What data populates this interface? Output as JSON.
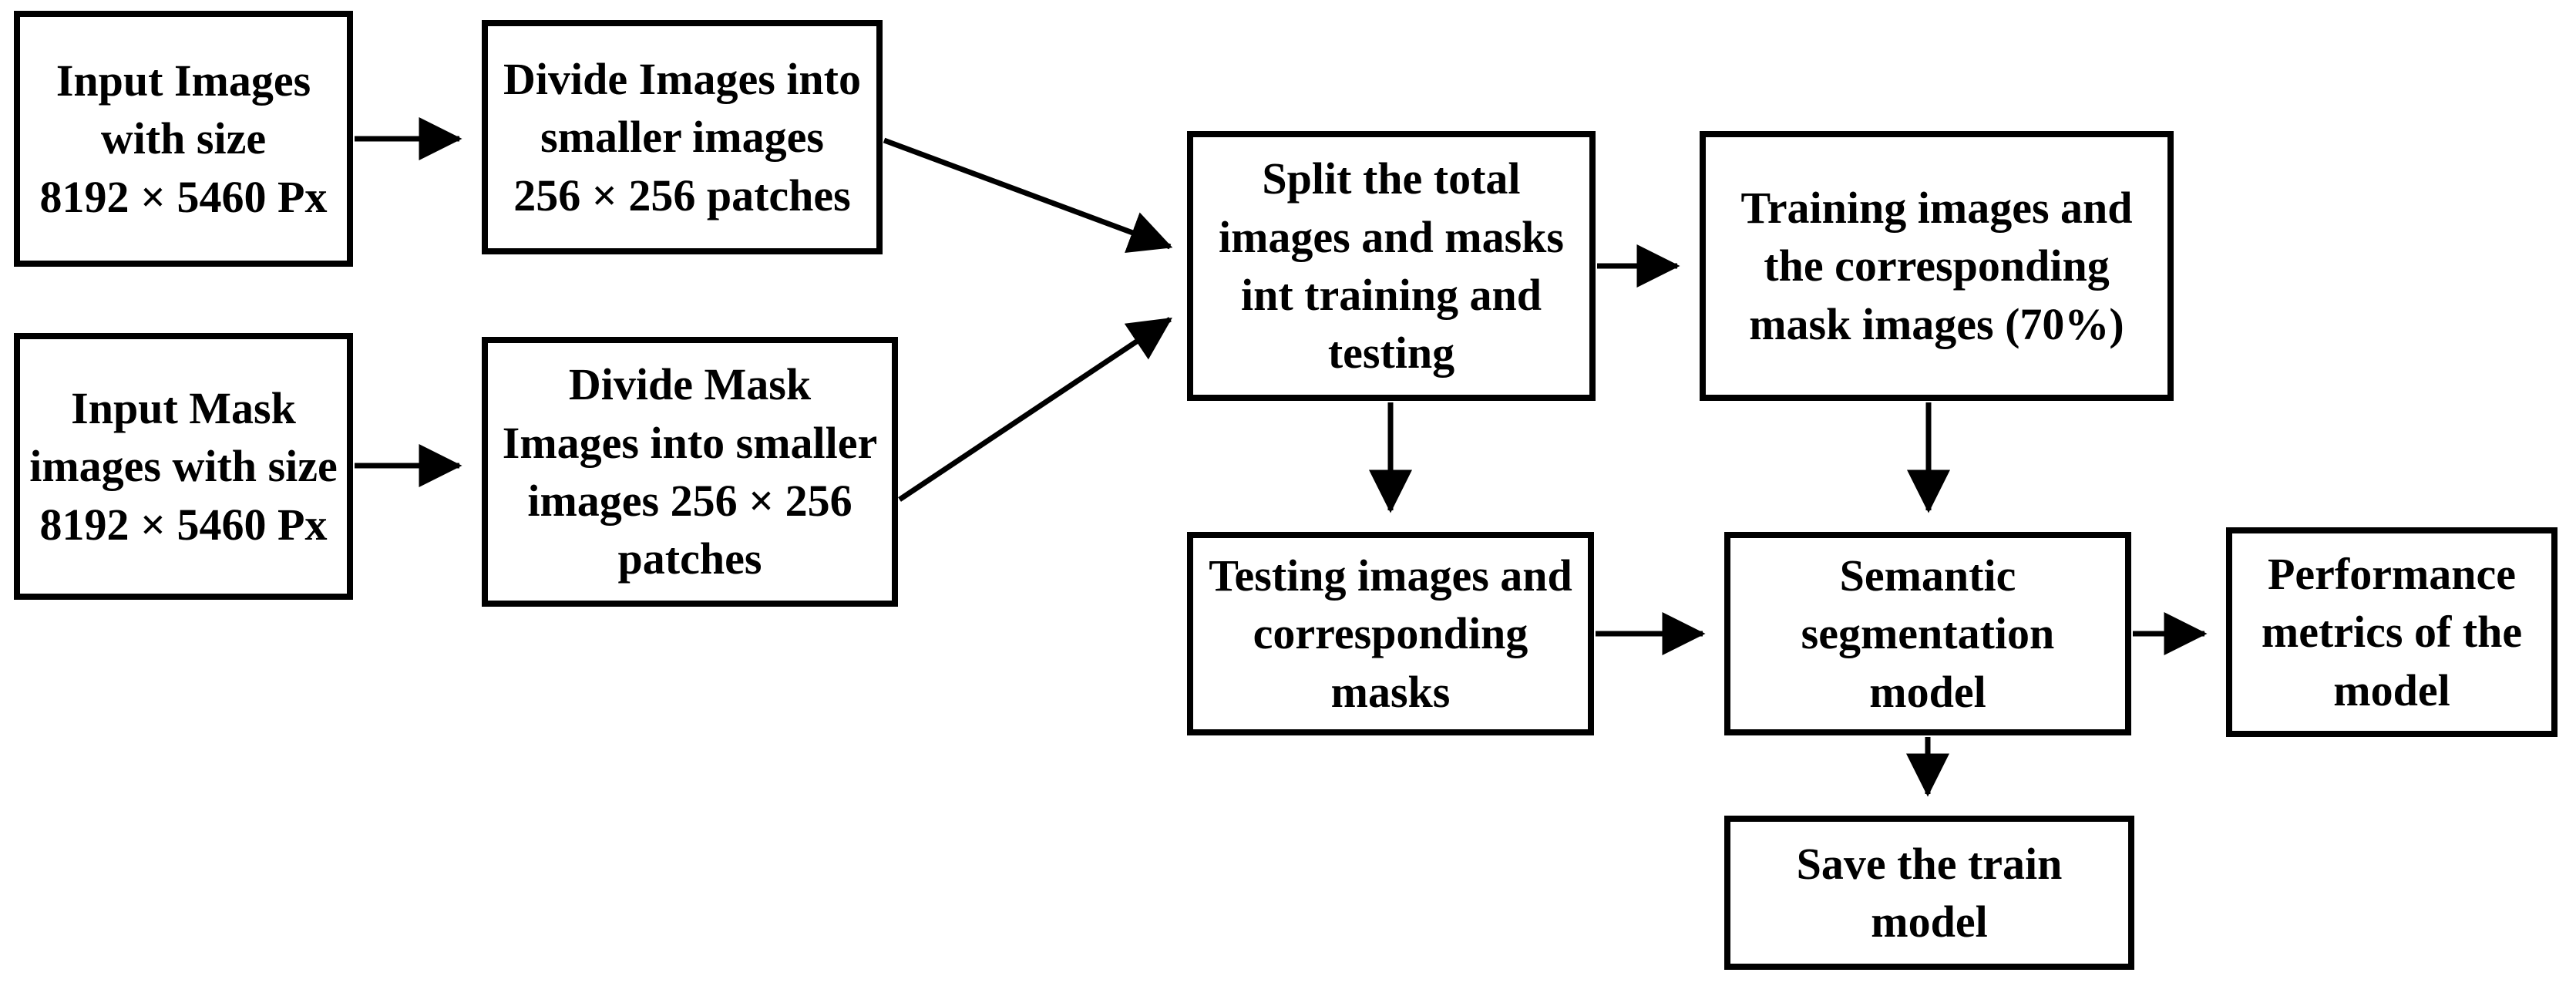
{
  "figure": {
    "background": "#ffffff",
    "box_border_color": "#000000",
    "text_color": "#000000",
    "arrow_color": "#000000"
  },
  "diagram": {
    "nodes": [
      {
        "id": "input-images",
        "label": "Input Images\nwith size\n8192 × 5460 Px"
      },
      {
        "id": "divide-images",
        "label": "Divide Images into\nsmaller images\n256 × 256 patches"
      },
      {
        "id": "input-mask",
        "label": "Input Mask\nimages with size\n8192 × 5460 Px"
      },
      {
        "id": "divide-mask",
        "label": "Divide Mask\nImages into smaller\nimages 256 × 256\npatches"
      },
      {
        "id": "split",
        "label": "Split the total\nimages and masks\nint training and\ntesting"
      },
      {
        "id": "training",
        "label": "Training images and\nthe corresponding\nmask images (70%)"
      },
      {
        "id": "testing",
        "label": "Testing images and\ncorresponding\nmasks"
      },
      {
        "id": "semantic-model",
        "label": "Semantic\nsegmentation\nmodel"
      },
      {
        "id": "performance",
        "label": "Performance\nmetrics of the\nmodel"
      },
      {
        "id": "save-model",
        "label": "Save the train\nmodel"
      }
    ],
    "edges": [
      {
        "from": "input-images",
        "to": "divide-images"
      },
      {
        "from": "input-mask",
        "to": "divide-mask"
      },
      {
        "from": "divide-images",
        "to": "split"
      },
      {
        "from": "divide-mask",
        "to": "split"
      },
      {
        "from": "split",
        "to": "training"
      },
      {
        "from": "split",
        "to": "testing"
      },
      {
        "from": "training",
        "to": "semantic-model"
      },
      {
        "from": "testing",
        "to": "semantic-model"
      },
      {
        "from": "semantic-model",
        "to": "performance"
      },
      {
        "from": "semantic-model",
        "to": "save-model"
      }
    ]
  }
}
